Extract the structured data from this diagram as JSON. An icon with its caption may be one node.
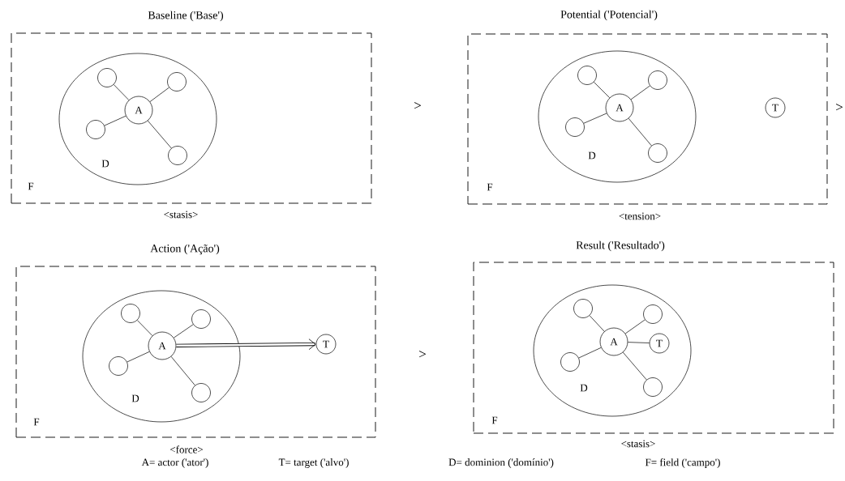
{
  "diagram": {
    "nodes": [
      {
        "text": [
          "Baseline ('Base')",
          "F"
        ],
        "beside": [
          "<stasis>"
        ]
      },
      {
        "text": [
          "D"
        ],
        "in": 0
      },
      {
        "text": [
          "A"
        ],
        "in": 1
      },
      {
        "text": [],
        "shape": "circle",
        "in": 1
      },
      {
        "text": [],
        "shape": "circle",
        "in": 1
      },
      {
        "text": [],
        "shape": "circle",
        "in": 1
      },
      {
        "text": [],
        "shape": "circle",
        "in": 1
      },
      {
        "text": [
          "Potential ('Potencial')",
          "F"
        ],
        "beside": [
          "<tension>"
        ]
      },
      {
        "text": [
          "D"
        ],
        "in": 7
      },
      {
        "text": [
          "A"
        ],
        "in": 8
      },
      {
        "text": [],
        "shape": "circle",
        "in": 8
      },
      {
        "text": [],
        "shape": "circle",
        "in": 8
      },
      {
        "text": [],
        "shape": "circle",
        "in": 8
      },
      {
        "text": [],
        "shape": "circle",
        "in": 8
      },
      {
        "text": [
          "T"
        ],
        "in": 7
      },
      {
        "text": [
          "Action ('Ação')",
          "F"
        ],
        "beside": [
          "<force>"
        ]
      },
      {
        "text": [
          "D"
        ],
        "in": 15
      },
      {
        "text": [
          "A"
        ],
        "in": 16
      },
      {
        "text": [],
        "shape": "circle",
        "in": 16
      },
      {
        "text": [],
        "shape": "circle",
        "in": 16
      },
      {
        "text": [],
        "shape": "circle",
        "in": 16
      },
      {
        "text": [],
        "shape": "circle",
        "in": 16
      },
      {
        "text": [
          "T"
        ],
        "in": 15
      },
      {
        "text": [
          "Result ('Resultado')",
          "F"
        ],
        "beside": [
          "<stasis>"
        ]
      },
      {
        "text": [
          "D"
        ],
        "in": 23
      },
      {
        "text": [
          "A"
        ],
        "in": 24
      },
      {
        "text": [],
        "shape": "circle",
        "in": 24
      },
      {
        "text": [],
        "shape": "circle",
        "in": 24
      },
      {
        "text": [],
        "shape": "circle",
        "in": 24
      },
      {
        "text": [],
        "shape": "circle",
        "in": 24
      },
      {
        "text": [
          "T"
        ],
        "in": 24
      }
    ],
    "edges": [
      {
        "from": 2,
        "to": 3,
        "arrow": "none"
      },
      {
        "from": 2,
        "to": 4,
        "arrow": "none"
      },
      {
        "from": 2,
        "to": 5,
        "arrow": "none"
      },
      {
        "from": 2,
        "to": 6,
        "arrow": "none"
      },
      {
        "from": 9,
        "to": 10,
        "arrow": "none"
      },
      {
        "from": 9,
        "to": 11,
        "arrow": "none"
      },
      {
        "from": 9,
        "to": 12,
        "arrow": "none"
      },
      {
        "from": 9,
        "to": 13,
        "arrow": "none"
      },
      {
        "from": 17,
        "to": 18,
        "arrow": "none"
      },
      {
        "from": 17,
        "to": 19,
        "arrow": "none"
      },
      {
        "from": 17,
        "to": 20,
        "arrow": "none"
      },
      {
        "from": 17,
        "to": 21,
        "arrow": "none"
      },
      {
        "from": 17,
        "to": 22,
        "arrow": "to",
        "style": "thick"
      },
      {
        "from": 25,
        "to": 26,
        "arrow": "none"
      },
      {
        "from": 25,
        "to": 27,
        "arrow": "none"
      },
      {
        "from": 25,
        "to": 28,
        "arrow": "none"
      },
      {
        "from": 25,
        "to": 29,
        "arrow": "none"
      },
      {
        "from": 25,
        "to": 30,
        "arrow": "none"
      }
    ],
    "labels": [
      ">",
      ">",
      ">",
      "A= actor ('ator')",
      "T= target ('alvo')",
      "D= dominion ('domínio')",
      "F= field ('campo')"
    ]
  }
}
